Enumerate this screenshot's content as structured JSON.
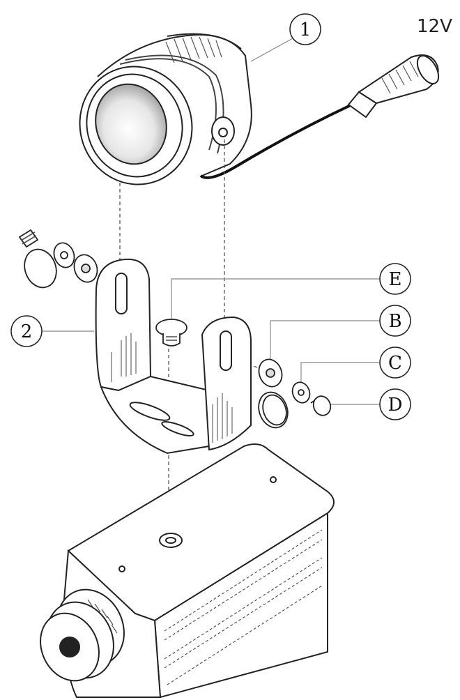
{
  "diagram": {
    "voltage_label": "12V",
    "callouts": {
      "part1": "1",
      "part2": "2",
      "partE": "E",
      "partB": "B",
      "partC": "C",
      "partD": "D"
    }
  },
  "colors": {
    "line": "#222222",
    "shade": "#9a9a9a",
    "background": "#ffffff"
  }
}
